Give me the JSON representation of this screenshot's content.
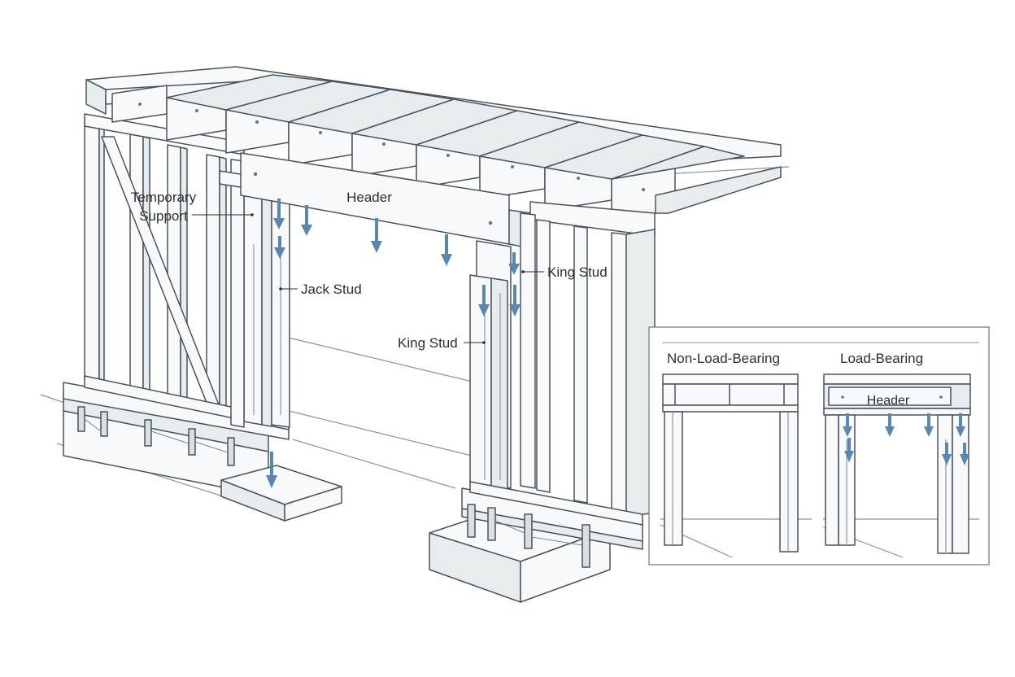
{
  "main_diagram": {
    "labels": {
      "header": "Header",
      "temporary_support_line1": "Temporary",
      "temporary_support_line2": "Support",
      "jack_stud": "Jack Stud",
      "king_stud_right": "King Stud",
      "king_stud_center": "King Stud"
    }
  },
  "inset": {
    "non_load_bearing_title": "Non-Load-Bearing",
    "load_bearing_title": "Load-Bearing",
    "header_label": "Header"
  },
  "colors": {
    "load_arrow": "#5b86ad",
    "line": "#4b5359",
    "wood_fill": "#f7f9fa"
  }
}
